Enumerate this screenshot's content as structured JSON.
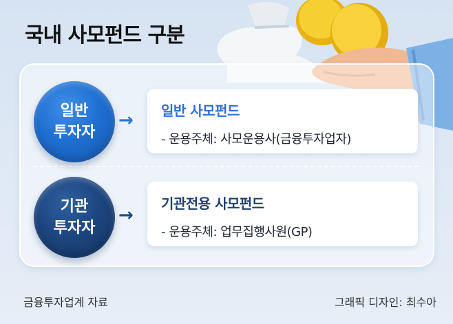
{
  "title": "국내 사모펀드 구분",
  "rows": [
    {
      "category_line1": "일반",
      "category_line2": "투자자",
      "arrow": "→",
      "fund_name": "일반 사모펀드",
      "detail": "- 운용주체: 사모운용사(금융투자업자)"
    },
    {
      "category_line1": "기관",
      "category_line2": "투자자",
      "arrow": "→",
      "fund_name": "기관전용 사모펀드",
      "detail": "- 운용주체: 업무집행사원(GP)"
    }
  ],
  "footer": {
    "source": "금융투자업계 자료",
    "credit": "그래픽 디자인: 최수아"
  },
  "colors": {
    "general_blue": "#1f6fd2",
    "institutional_navy": "#1d4680",
    "coin_yellow": "#f3c623"
  }
}
